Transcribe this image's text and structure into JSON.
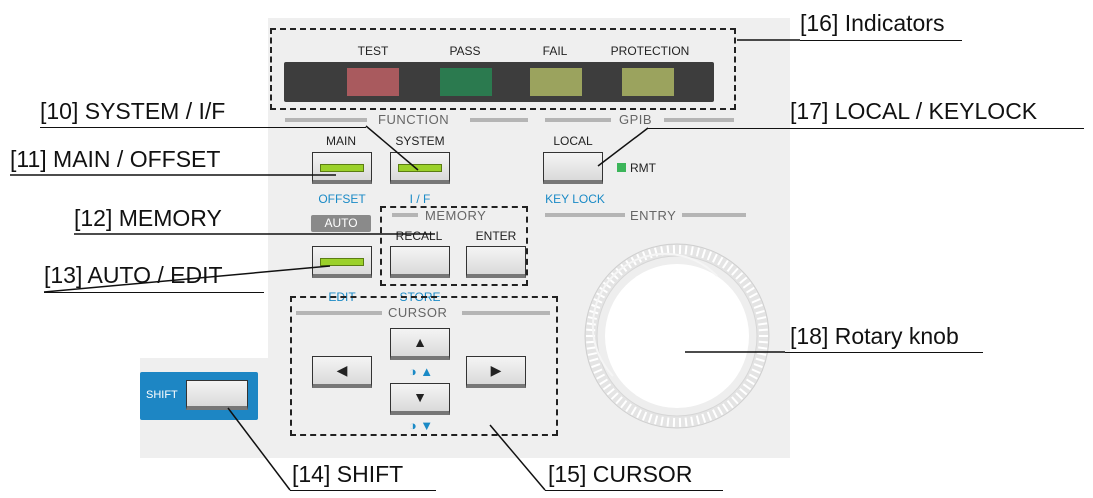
{
  "indicators": {
    "test": "TEST",
    "pass": "PASS",
    "fail": "FAIL",
    "protection": "PROTECTION",
    "colors": {
      "test": "#a95a5e",
      "pass": "#2b7a4f",
      "fail": "#9ba35e",
      "protection": "#9ba35e"
    }
  },
  "groups": {
    "function": "FUNCTION",
    "gpib": "GPIB",
    "memory": "MEMORY",
    "entry": "ENTRY",
    "cursor": "CURSOR"
  },
  "buttons": {
    "main": "MAIN",
    "offset": "OFFSET",
    "system": "SYSTEM",
    "if": "I / F",
    "local": "LOCAL",
    "keylock": "KEY LOCK",
    "rmt": "RMT",
    "auto": "AUTO",
    "edit": "EDIT",
    "recall": "RECALL",
    "store": "STORE",
    "enter": "ENTER",
    "shift": "SHIFT"
  },
  "callouts": {
    "indicators": "[16] Indicators",
    "system_if": "[10] SYSTEM / I/F",
    "main_offset": "[11] MAIN / OFFSET",
    "local_keylock": "[17] LOCAL / KEYLOCK",
    "memory": "[12] MEMORY",
    "auto_edit": "[13] AUTO / EDIT",
    "rotary": "[18] Rotary knob",
    "shift": "[14] SHIFT",
    "cursor": "[15] CURSOR"
  },
  "accent_colors": {
    "label_blue": "#1a8ac6",
    "rmt_led": "#3cb55a",
    "shift_panel": "#1d86c4",
    "led": "#9bd12a"
  }
}
